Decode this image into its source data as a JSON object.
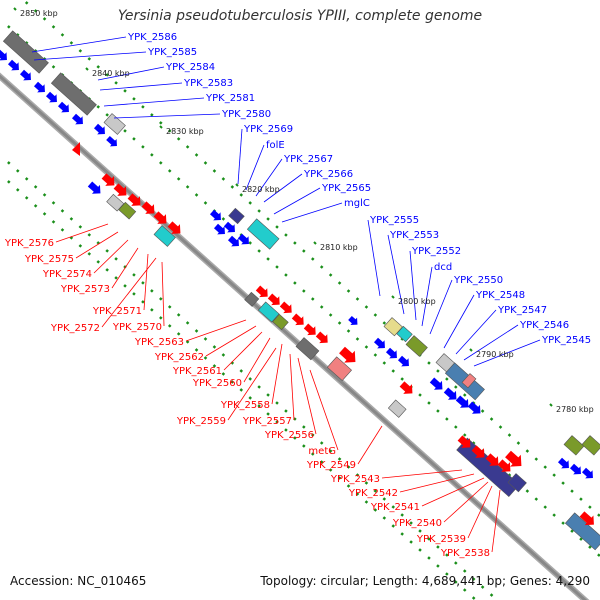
{
  "title": "Yersinia pseudotuberculosis YPIII, complete genome",
  "footer": {
    "accession": "Accession: NC_010465",
    "summary": "Topology: circular; Length: 4,689,441 bp; Genes: 4,290"
  },
  "colors": {
    "forward": "#ff0000",
    "reverse": "#0000ff",
    "backbone": "#888888",
    "tick": "#1a8f1a"
  },
  "kbp_markers": [
    "2850 kbp",
    "2840 kbp",
    "2830 kbp",
    "2820 kbp",
    "2810 kbp",
    "2800 kbp",
    "2790 kbp",
    "2780 kbp"
  ],
  "blue_labels": [
    "YPK_2586",
    "YPK_2585",
    "YPK_2584",
    "YPK_2583",
    "YPK_2581",
    "YPK_2580",
    "YPK_2569",
    "folE",
    "YPK_2567",
    "YPK_2566",
    "YPK_2565",
    "mglC",
    "YPK_2555",
    "YPK_2553",
    "YPK_2552",
    "dcd",
    "YPK_2550",
    "YPK_2548",
    "YPK_2547",
    "YPK_2546",
    "YPK_2545"
  ],
  "red_labels": [
    "YPK_2576",
    "YPK_2575",
    "YPK_2574",
    "YPK_2573",
    "YPK_2571",
    "YPK_2572",
    "YPK_2570",
    "YPK_2563",
    "YPK_2562",
    "YPK_2561",
    "YPK_2560",
    "YPK_2558",
    "YPK_2559",
    "YPK_2557",
    "YPK_2556",
    "metG",
    "YPK_2549",
    "YPK_2543",
    "YPK_2542",
    "YPK_2541",
    "YPK_2540",
    "YPK_2539",
    "YPK_2538"
  ]
}
